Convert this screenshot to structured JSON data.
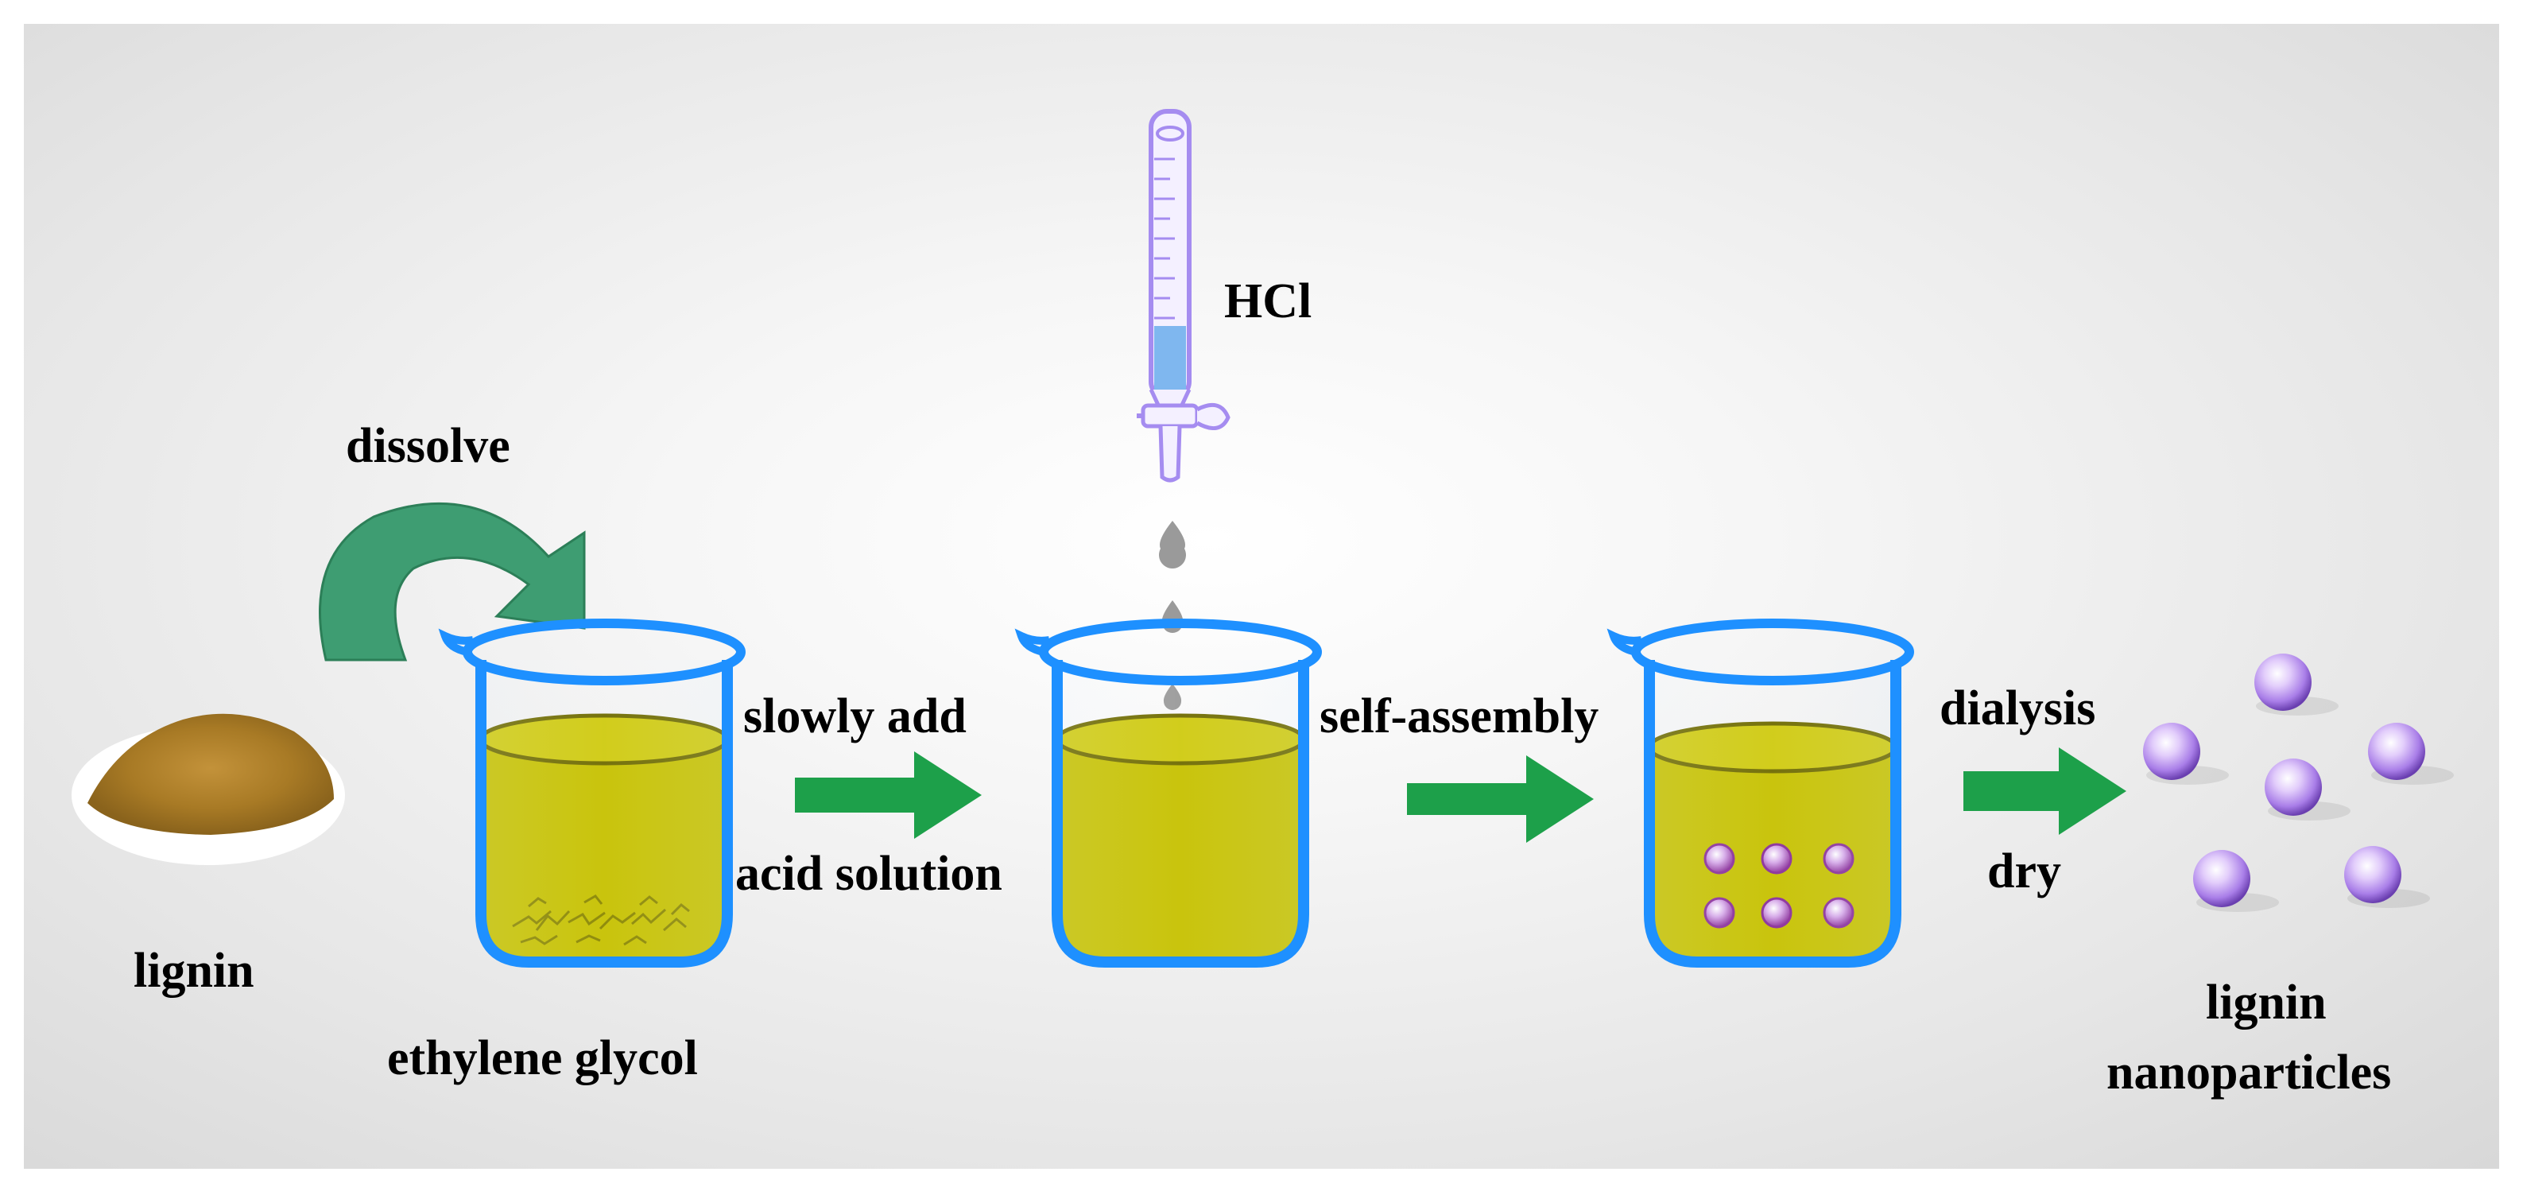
{
  "labels": {
    "dissolve": "dissolve",
    "lignin": "lignin",
    "ethylene_glycol": "ethylene glycol",
    "hcl": "HCl",
    "slowly_add": "slowly add",
    "acid_solution": "acid solution",
    "self_assembly": "self-assembly",
    "dialysis": "dialysis",
    "dry": "dry",
    "product_line1": "lignin",
    "product_line2": "nanoparticles"
  },
  "colors": {
    "beaker_outline": "#1e90ff",
    "solution": "#c6c100",
    "process_arrow": "#1da04a",
    "dissolve_arrow": "#3a9a6e",
    "lignin_powder": "#b8862a",
    "burette": "#a58cf0",
    "hcl_drop": "#9a9a9a",
    "nanoparticle": "#c9a8f5"
  },
  "icons": {
    "lignin_powder": "powder-pile-icon",
    "beaker": "beaker-icon",
    "burette": "burette-icon",
    "drop": "drop-icon",
    "nanoparticle": "sphere-icon"
  }
}
